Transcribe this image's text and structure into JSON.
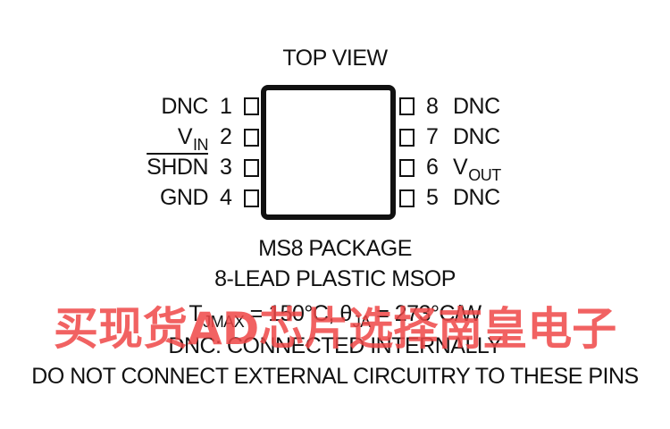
{
  "header": {
    "view_label": "TOP VIEW"
  },
  "pins_left": [
    {
      "number": "1",
      "name": "DNC"
    },
    {
      "number": "2",
      "name": "V",
      "subscript": "IN"
    },
    {
      "number": "3",
      "name": "SHDN",
      "overline": true
    },
    {
      "number": "4",
      "name": "GND"
    }
  ],
  "pins_right": [
    {
      "number": "8",
      "name": "DNC"
    },
    {
      "number": "7",
      "name": "DNC"
    },
    {
      "number": "6",
      "name": "V",
      "subscript": "OUT"
    },
    {
      "number": "5",
      "name": "DNC"
    }
  ],
  "package": {
    "line1": "MS8 PACKAGE",
    "line2": "8-LEAD PLASTIC MSOP",
    "thermal": {
      "t_symbol": "T",
      "t_sub": "JMAX",
      "t_value": " = 150°C, ",
      "theta_symbol": "θ",
      "theta_sub": "JA",
      "theta_value": " = 273°C/W"
    },
    "note1": "DNC: CONNECTED INTERNALLY",
    "note2": "DO NOT CONNECT EXTERNAL CIRCUITRY TO THESE PINS"
  },
  "watermark": {
    "text": "买现货AD芯片选择南皇电子",
    "color": "#ee4646"
  }
}
